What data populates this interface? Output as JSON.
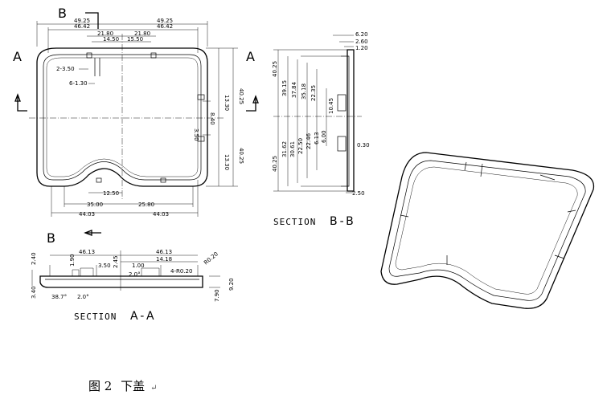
{
  "caption": {
    "figure_label": "图 2",
    "title": "下盖",
    "return_mark": "↵"
  },
  "top_view": {
    "view_letter_top": "B",
    "view_letter_bottom": "B",
    "section_letter_left": "A",
    "dims_top": [
      "49.25",
      "49.25",
      "46.42",
      "46.42",
      "21.80",
      "21.80",
      "14.50",
      "15.50"
    ],
    "dims_left": [
      "2-3.50",
      "6-1.30"
    ],
    "dims_right": [
      "13.30",
      "40.25",
      "13.30",
      "40.25",
      "8.40",
      "3.50"
    ],
    "dims_bottom": [
      "12.50",
      "35.00",
      "25.80",
      "44.03",
      "44.03"
    ]
  },
  "section_bb": {
    "view_letter": "A",
    "label_word": "SECTION",
    "label_letters": "B-B",
    "dims_top": [
      "6.20",
      "2.60",
      "1.20"
    ],
    "dims_left": [
      "40.25",
      "39.15",
      "37.84",
      "35.18",
      "22.35",
      "40.25",
      "31.62",
      "30.61",
      "22.50",
      "22.46",
      "6.13",
      "6.00"
    ],
    "dims_inner": [
      "10.45"
    ],
    "dims_right": [
      "0.30"
    ],
    "dims_bottom": [
      "2.50"
    ]
  },
  "section_aa": {
    "label_word": "SECTION",
    "label_letters": "A-A",
    "dims": [
      "46.13",
      "46.13",
      "2.45",
      "3.50",
      "1.90",
      "1.00",
      "14.18",
      "4-R0.20",
      "R0.20",
      "2.40",
      "3.40",
      "7.90",
      "9.20",
      "38.7°",
      "2.0°",
      "2.0°"
    ]
  }
}
